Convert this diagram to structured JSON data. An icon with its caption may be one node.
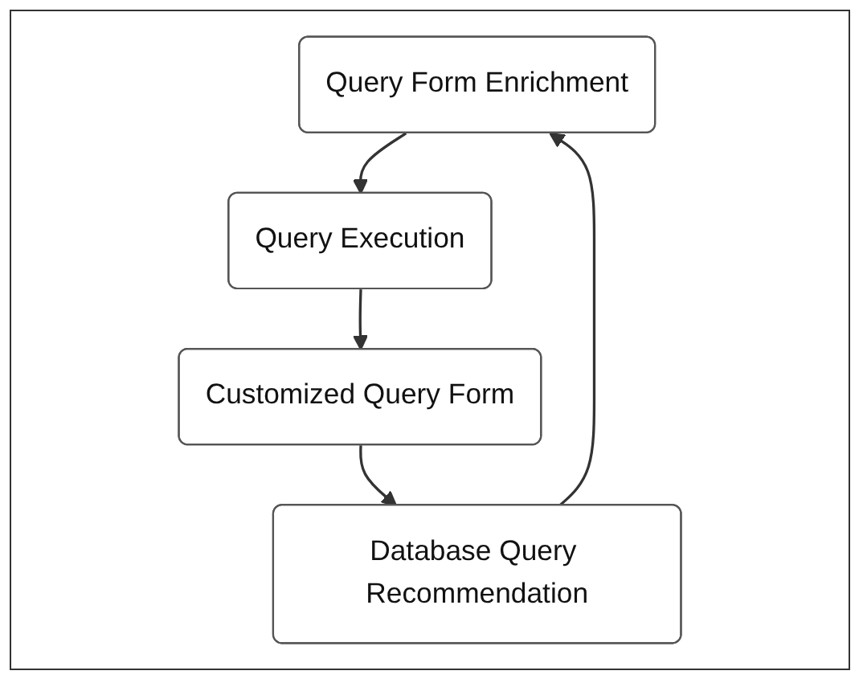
{
  "diagram": {
    "nodes": [
      {
        "text": [
          "Query Form Enrichment"
        ]
      },
      {
        "text": [
          "Query Execution"
        ]
      },
      {
        "text": [
          "Customized Query Form"
        ]
      },
      {
        "text": [
          "Database Query Recommendation"
        ]
      }
    ],
    "edges": [
      {
        "from": 0,
        "to": 1,
        "arrow": "to"
      },
      {
        "from": 1,
        "to": 2,
        "arrow": "to"
      },
      {
        "from": 2,
        "to": 3,
        "arrow": "to"
      },
      {
        "from": 3,
        "to": 0,
        "arrow": "to"
      }
    ]
  }
}
